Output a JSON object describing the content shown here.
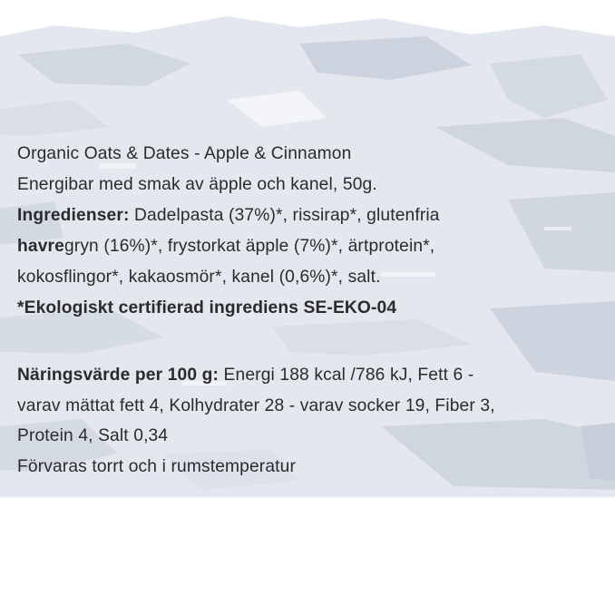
{
  "label": {
    "product_title": "Organic Oats & Dates - Apple & Cinnamon",
    "description": "Energibar med smak av äpple och kanel, 50g.",
    "ingredients": {
      "heading": "Ingredienser:",
      "line1_rest": " Dadelpasta (37%)*, rissirap*, glutenfria",
      "line2_bold": "havre",
      "line2_rest": "gryn (16%)*, frystorkat äpple (7%)*, ärtprotein*,",
      "line3": "kokosflingor*, kakaosmör*, kanel (0,6%)*, salt."
    },
    "organic_note": "*Ekologiskt certifierad ingrediens SE-EKO-04",
    "nutrition": {
      "heading": "Näringsvärde per 100 g:",
      "line1_rest": " Energi 188 kcal /786 kJ, Fett 6 -",
      "line2": "varav mättat fett 4, Kolhydrater 28 - varav socker 19, Fiber 3,",
      "line3": "Protein 4, Salt 0,34"
    },
    "storage": "Förvaras torrt och i rumstemperatur"
  },
  "colors": {
    "text": "#2b2b2e",
    "package_grey": "#d6dbe4",
    "background": "#ffffff"
  }
}
